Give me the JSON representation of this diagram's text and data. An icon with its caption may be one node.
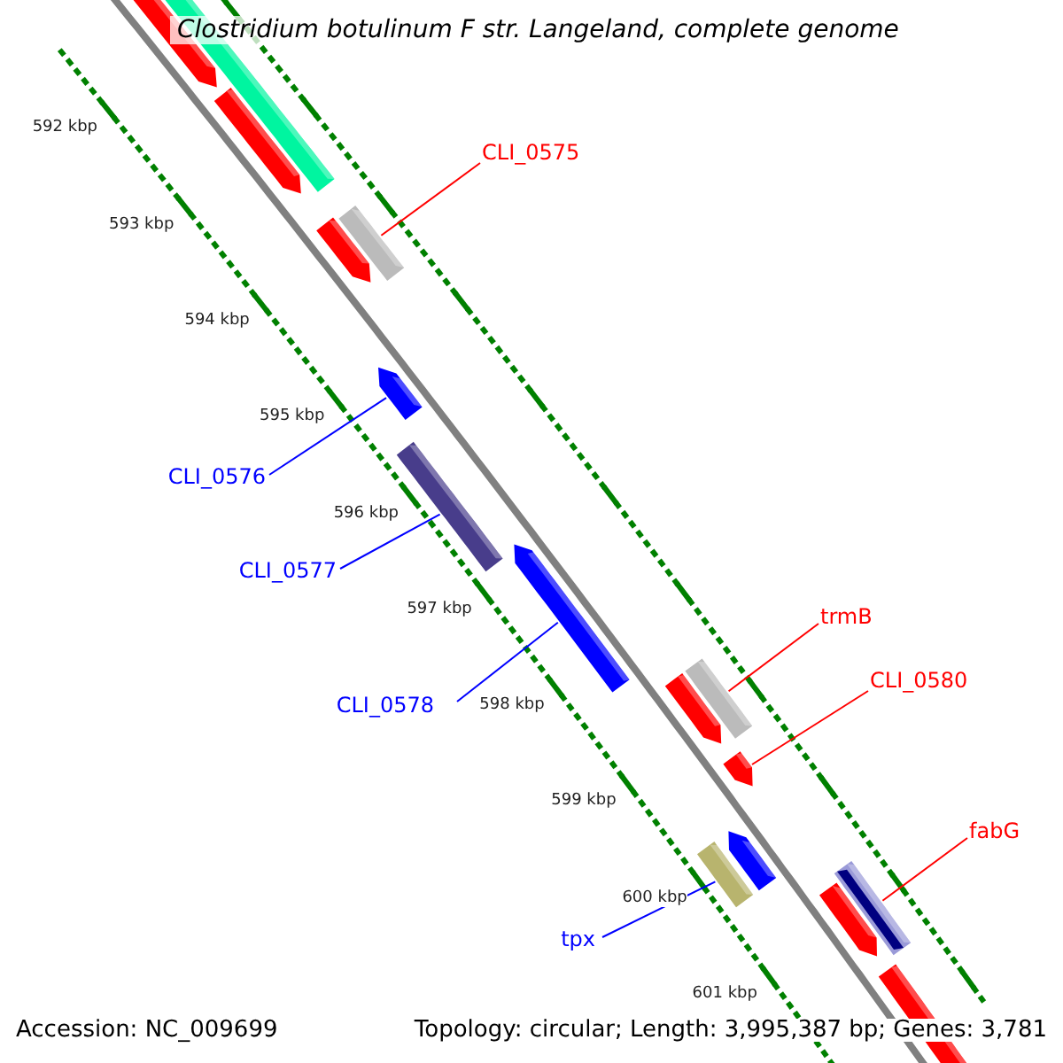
{
  "diagram": {
    "title": "Clostridium botulinum F str. Langeland, complete genome",
    "nodes": [
      {
        "text": [
          "CLI_0575"
        ]
      },
      {
        "text": [],
        "shape": "bar"
      },
      {
        "text": [
          "CLI_0576"
        ]
      },
      {
        "text": [],
        "shape": "arrow"
      },
      {
        "text": [
          "CLI_0577"
        ]
      },
      {
        "text": [],
        "shape": "bar"
      },
      {
        "text": [
          "CLI_0578"
        ]
      },
      {
        "text": [],
        "shape": "arrow"
      },
      {
        "text": [
          "trmB"
        ]
      },
      {
        "text": [],
        "shape": "bar"
      },
      {
        "text": [
          "CLI_0580"
        ]
      },
      {
        "text": [],
        "shape": "arrow"
      },
      {
        "text": [
          "fabG"
        ]
      },
      {
        "text": [],
        "shape": "bar"
      },
      {
        "text": [
          "tpx"
        ]
      },
      {
        "text": [],
        "shape": "bar"
      }
    ],
    "edges": [
      {
        "from": 0,
        "to": 1,
        "arrow": "none",
        "color": "#ff0000"
      },
      {
        "from": 2,
        "to": 3,
        "arrow": "none",
        "color": "#0000ff"
      },
      {
        "from": 4,
        "to": 5,
        "arrow": "none",
        "color": "#0000ff"
      },
      {
        "from": 6,
        "to": 7,
        "arrow": "none",
        "color": "#0000ff"
      },
      {
        "from": 8,
        "to": 9,
        "arrow": "none",
        "color": "#ff0000"
      },
      {
        "from": 10,
        "to": 11,
        "arrow": "none",
        "color": "#ff0000"
      },
      {
        "from": 12,
        "to": 13,
        "arrow": "none",
        "color": "#ff0000"
      },
      {
        "from": 14,
        "to": 15,
        "arrow": "none",
        "color": "#0000ff"
      }
    ],
    "labels": [
      "592 kbp",
      "593 kbp",
      "594 kbp",
      "595 kbp",
      "596 kbp",
      "597 kbp",
      "598 kbp",
      "599 kbp",
      "600 kbp",
      "601 kbp",
      "Accession: NC_009699",
      "Topology: circular; Length: 3,995,387 bp; Genes: 3,781"
    ]
  }
}
